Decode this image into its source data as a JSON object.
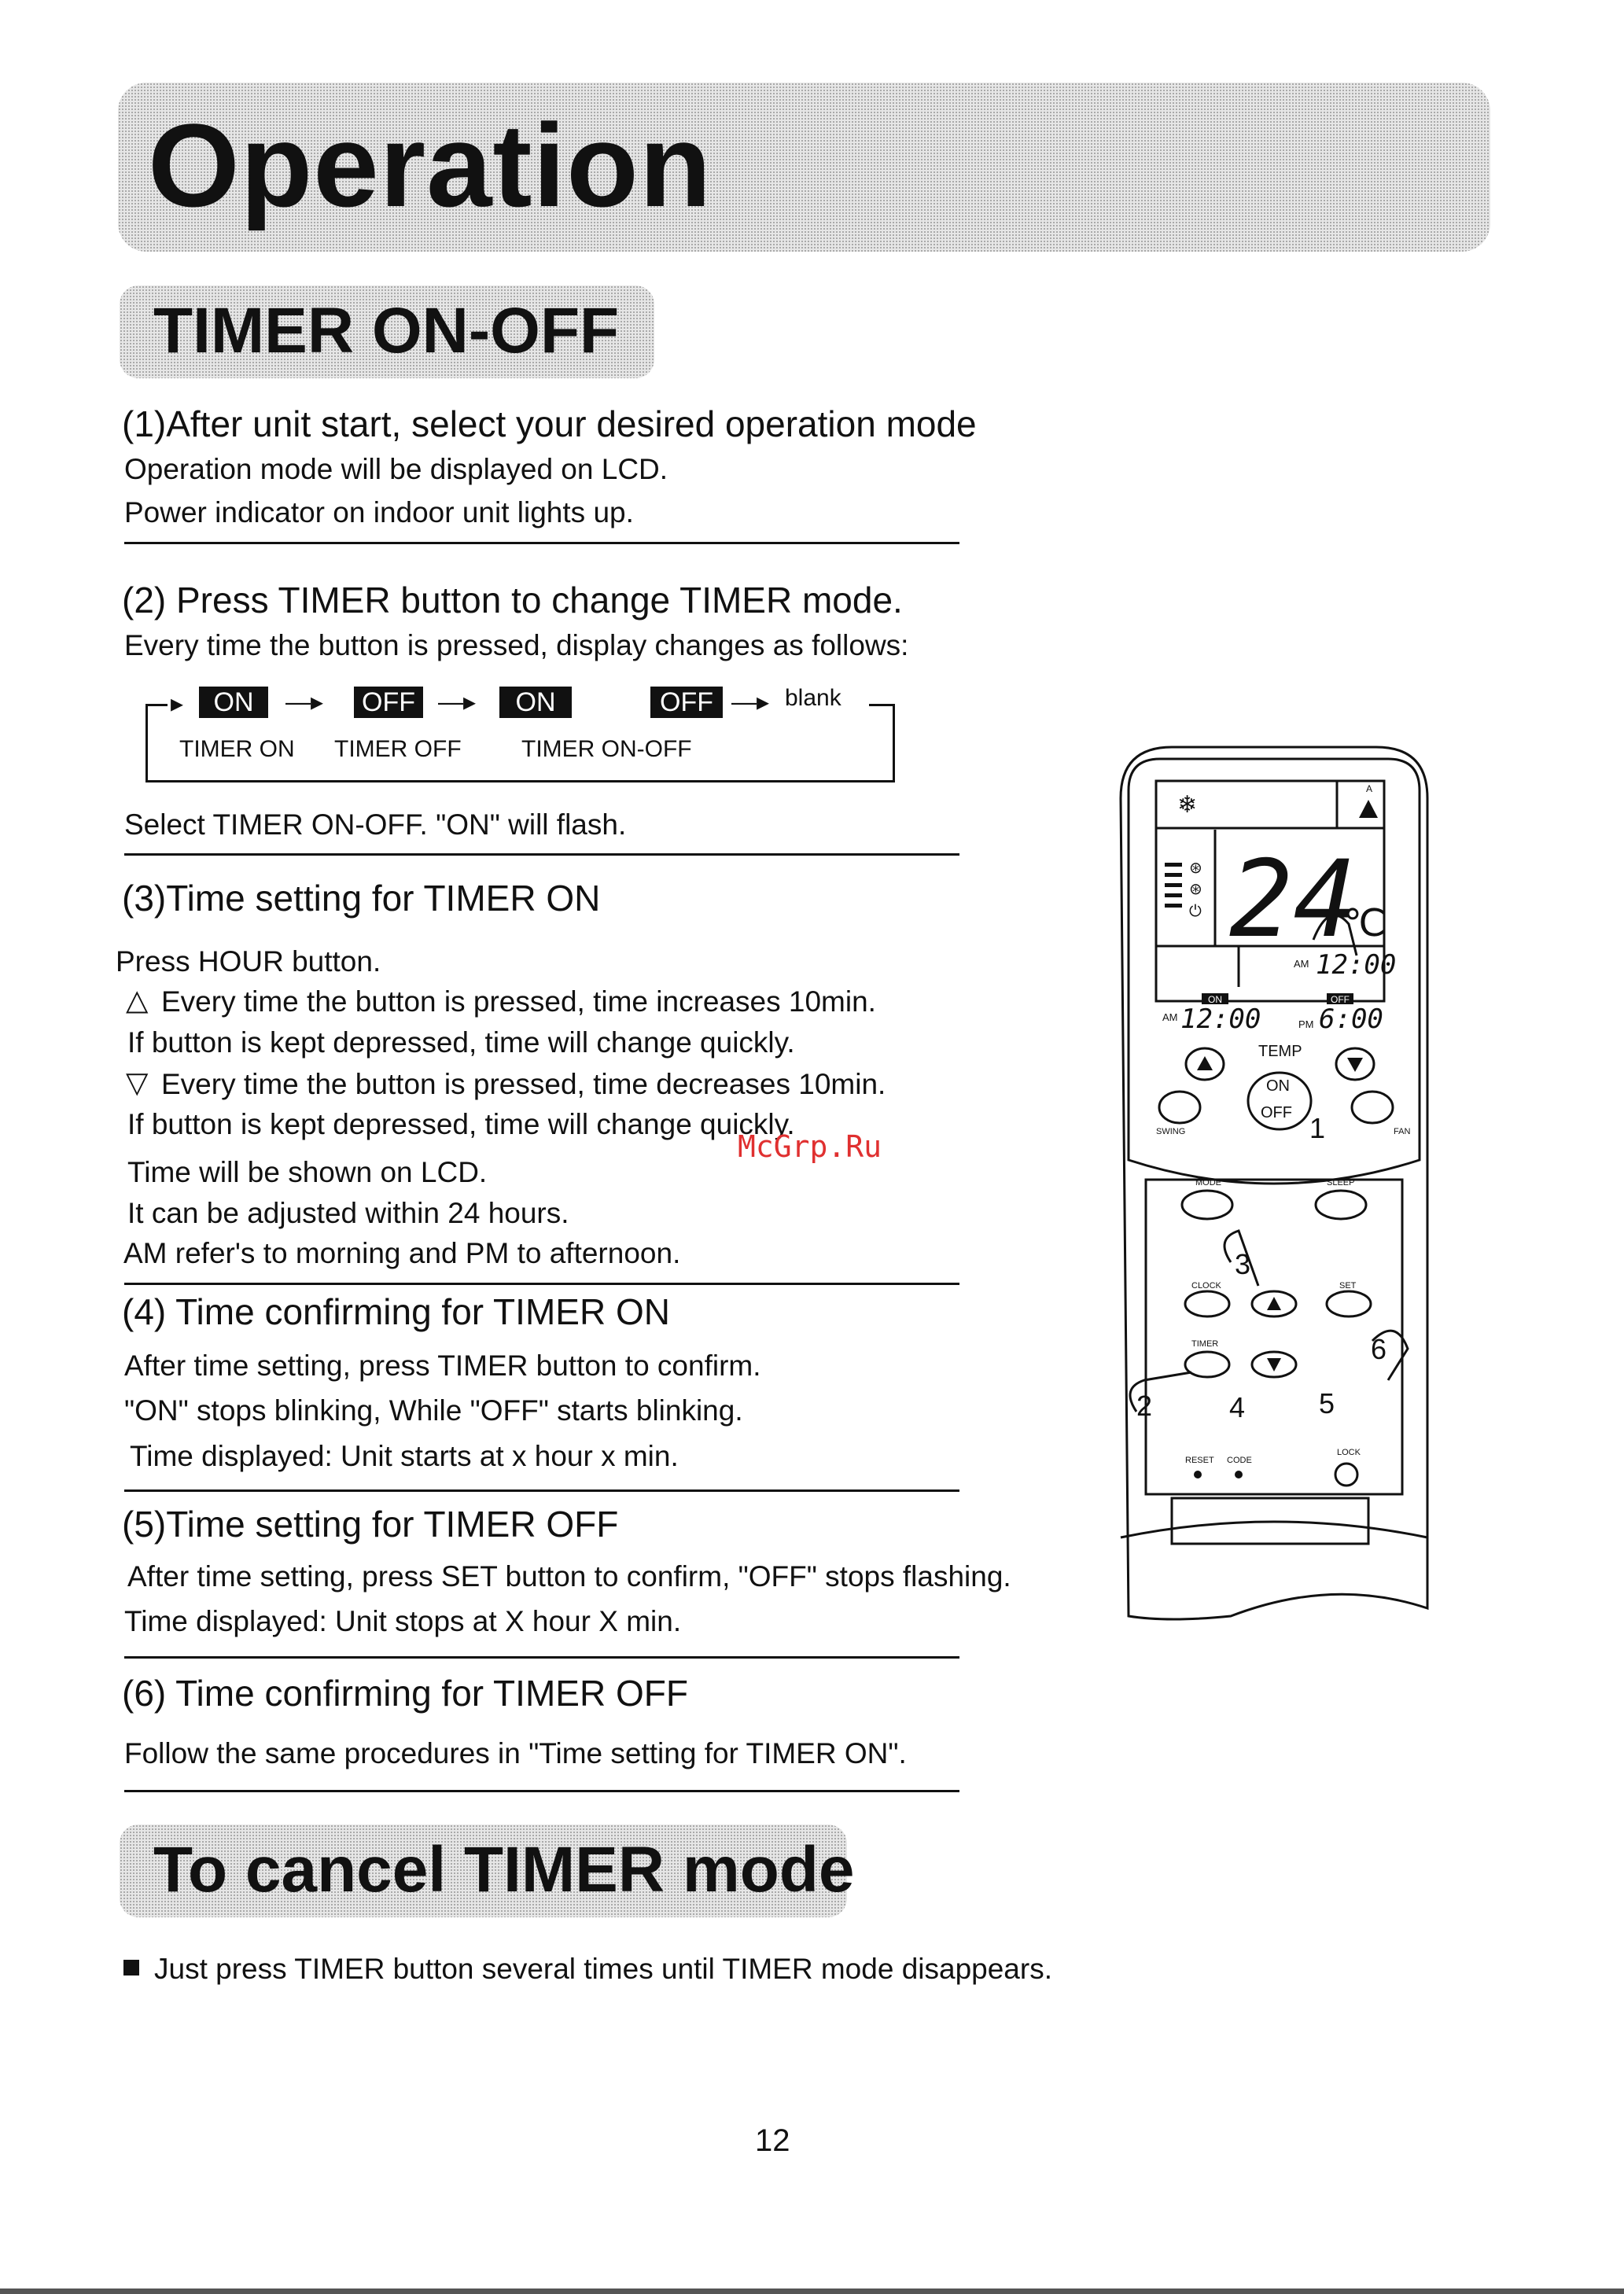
{
  "header": {
    "title": "Operation"
  },
  "section_timer": {
    "title": "TIMER ON-OFF",
    "step1": {
      "heading": "(1)After unit start, select your desired operation mode",
      "lines": [
        "Operation mode will be displayed on LCD.",
        "Power indicator on indoor unit lights up."
      ]
    },
    "step2": {
      "heading": "(2) Press TIMER button to change TIMER mode.",
      "lines": [
        "Every time the button is pressed, display changes as follows:"
      ],
      "sequence": {
        "badges": [
          "ON",
          "OFF",
          "ON",
          "OFF"
        ],
        "end": "blank",
        "labels": [
          "TIMER ON",
          "TIMER OFF",
          "TIMER ON-OFF"
        ]
      },
      "after": "Select TIMER ON-OFF. \"ON\"  will flash."
    },
    "step3": {
      "heading": "(3)Time setting for TIMER ON",
      "lines": [
        "Press HOUR  button.",
        "Every time the button is pressed, time increases 10min.",
        "If button is kept depressed, time will change quickly.",
        "Every time the button is pressed, time decreases 10min.",
        "If button is kept depressed, time will change quickly.",
        "Time will be shown on LCD.",
        "It can be adjusted within 24 hours.",
        "AM refer's to morning and PM to afternoon."
      ]
    },
    "step4": {
      "heading": "(4) Time confirming for TIMER ON",
      "lines": [
        "After time setting, press TIMER button to confirm.",
        "\"ON\" stops blinking, While \"OFF\" starts blinking.",
        "Time displayed: Unit starts  at x hour x min."
      ]
    },
    "step5": {
      "heading": "(5)Time setting for TIMER OFF",
      "lines": [
        "After time setting, press SET button to confirm, \"OFF\" stops flashing.",
        "Time displayed: Unit stops at X hour X min."
      ]
    },
    "step6": {
      "heading": "(6) Time confirming for TIMER OFF",
      "lines": [
        "Follow the same procedures in \"Time setting for TIMER ON\"."
      ]
    }
  },
  "section_cancel": {
    "title": "To cancel TIMER mode",
    "bullet": "Just press TIMER button several times until TIMER mode disappears."
  },
  "remote": {
    "lcd_temp": "24",
    "lcd_unit": "℃",
    "lcd_clock_am": "AM",
    "lcd_clock": "12:00",
    "lcd_on_badge": "ON",
    "lcd_off_badge": "OFF",
    "lcd_on_am": "AM",
    "lcd_on_time": "12:00",
    "lcd_off_pm": "PM",
    "lcd_off_time": "6:00",
    "fan_auto": "A",
    "temp_label": "TEMP",
    "on_label": "ON",
    "off_label": "OFF",
    "swing_label": "SWING",
    "fan_label": "FAN",
    "mode_label": "MODE",
    "sleep_label": "SLEEP",
    "clock_label": "CLOCK",
    "set_label": "SET",
    "timer_label": "TIMER",
    "reset_label": "RESET",
    "code_label": "CODE",
    "lock_label": "LOCK",
    "callouts": [
      "1",
      "2",
      "3",
      "4",
      "5",
      "6"
    ]
  },
  "watermark": "McGrp.Ru",
  "page_number": "12"
}
